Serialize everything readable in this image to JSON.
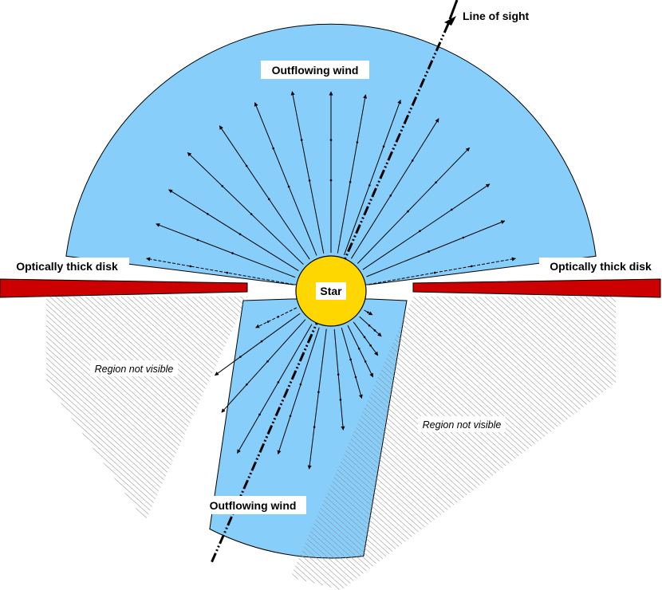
{
  "labels": {
    "line_of_sight": "Line of sight",
    "outflowing_wind_top": "Outflowing wind",
    "outflowing_wind_bottom": "Outflowing wind",
    "disk_left": "Optically thick disk",
    "disk_right": "Optically thick disk",
    "star": "Star",
    "region_left": "Region not visible",
    "region_right": "Region not visible"
  },
  "colors": {
    "wind": "#87cefa",
    "star": "#ffd700",
    "star_outline": "#000000",
    "disk": "#cc0000",
    "hatch": "#888888"
  }
}
